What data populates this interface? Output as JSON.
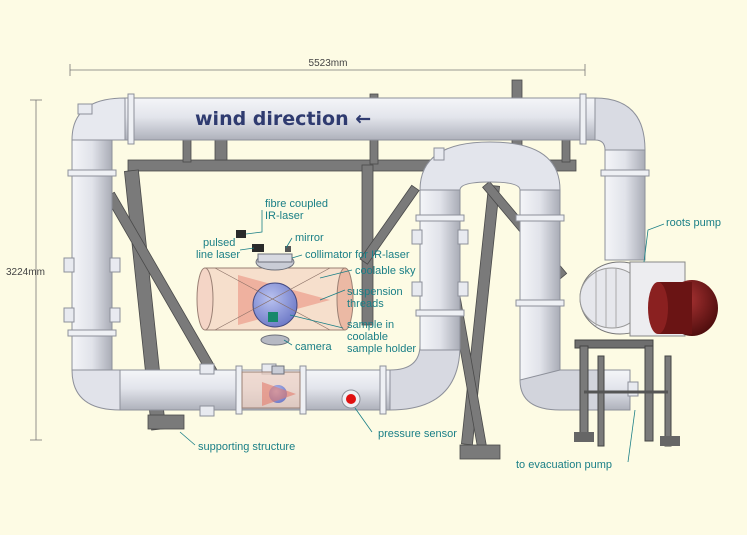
{
  "dimensions": {
    "width": "5523mm",
    "height": "3224mm"
  },
  "title": "wind direction ←",
  "labels": {
    "fibre_laser": [
      "fibre coupled",
      "IR-laser"
    ],
    "pulsed_laser": [
      "pulsed",
      "line laser"
    ],
    "mirror": "mirror",
    "collimator": "collimator for IR-laser",
    "coolable_sky": "coolable sky",
    "suspension": [
      "suspension",
      "threads"
    ],
    "sample": [
      "sample in",
      "coolable",
      "sample holder"
    ],
    "camera": "camera",
    "roots_pump": "roots pump",
    "supporting_structure": "supporting structure",
    "pressure_sensor": "pressure sensor",
    "evacuation_pump": "to evacuation pump"
  },
  "colors": {
    "background": "#fdfbe4",
    "pipe": "#dfe1e8",
    "pipe_edge": "#9a9ca6",
    "frame": "#6e6e6e",
    "label": "#1a7f86",
    "title": "#2f3b70",
    "pump_motor": "#7a1a1a",
    "sensor": "#e01010"
  }
}
